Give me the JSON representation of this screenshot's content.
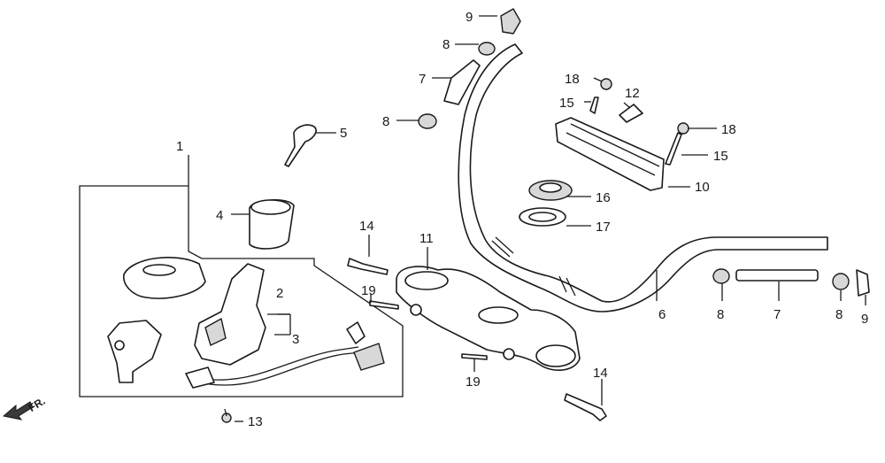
{
  "callouts": {
    "c1": "1",
    "c2": "2",
    "c3": "3",
    "c4": "4",
    "c5": "5",
    "c6": "6",
    "c7a": "7",
    "c7b": "7",
    "c8a": "8",
    "c8b": "8",
    "c8c": "8",
    "c8d": "8",
    "c9a": "9",
    "c9b": "9",
    "c10": "10",
    "c12": "12",
    "c13": "13",
    "c14a": "14",
    "c14b": "14",
    "c15a": "15",
    "c15b": "15",
    "c16": "16",
    "c17": "17",
    "c18a": "18",
    "c18b": "18",
    "c19a": "19",
    "c19b": "19",
    "c11": "11"
  },
  "direction_label": "FR."
}
